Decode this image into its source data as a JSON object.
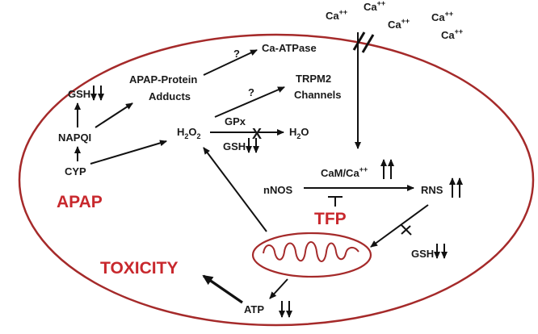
{
  "labels": {
    "ca": "Ca",
    "ca_sup": "++",
    "ca_atpase": "Ca-ATPase",
    "question": "?",
    "apap_protein": "APAP-Protein",
    "adducts": "Adducts",
    "trpm2": "TRPM2",
    "channels": "Channels",
    "gsh": "GSH",
    "napqi": "NAPQI",
    "cyp": "CYP",
    "apap": "APAP",
    "h2o2_h": "H",
    "h2o2_o": "O",
    "sub2": "2",
    "gpx": "GPx",
    "h2o_h": "H",
    "h2o_o": "O",
    "cam": "CaM/Ca",
    "nnos": "nNOS",
    "rns": "RNS",
    "tfp": "TFP",
    "toxicity": "TOXICITY",
    "atp": "ATP",
    "inhibit_x": "X"
  },
  "colors": {
    "cell_border": "#a52a2a",
    "highlight": "#c8282d",
    "ink": "#111111"
  }
}
